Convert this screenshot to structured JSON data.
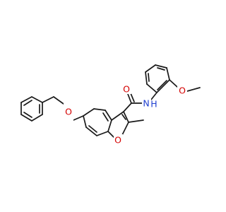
{
  "molecule": {
    "atom_labels": {
      "carbonyl_oxygen": "O",
      "amide_nitrogen": "N",
      "amide_hydrogen": "H",
      "methoxy_oxygen": "O",
      "ether_oxygen": "O",
      "furan_oxygen": "O"
    },
    "colors": {
      "bond": "#1a1a1a",
      "oxygen": "#d40000",
      "nitrogen": "#1f3fd0",
      "background": "#ffffff"
    }
  }
}
